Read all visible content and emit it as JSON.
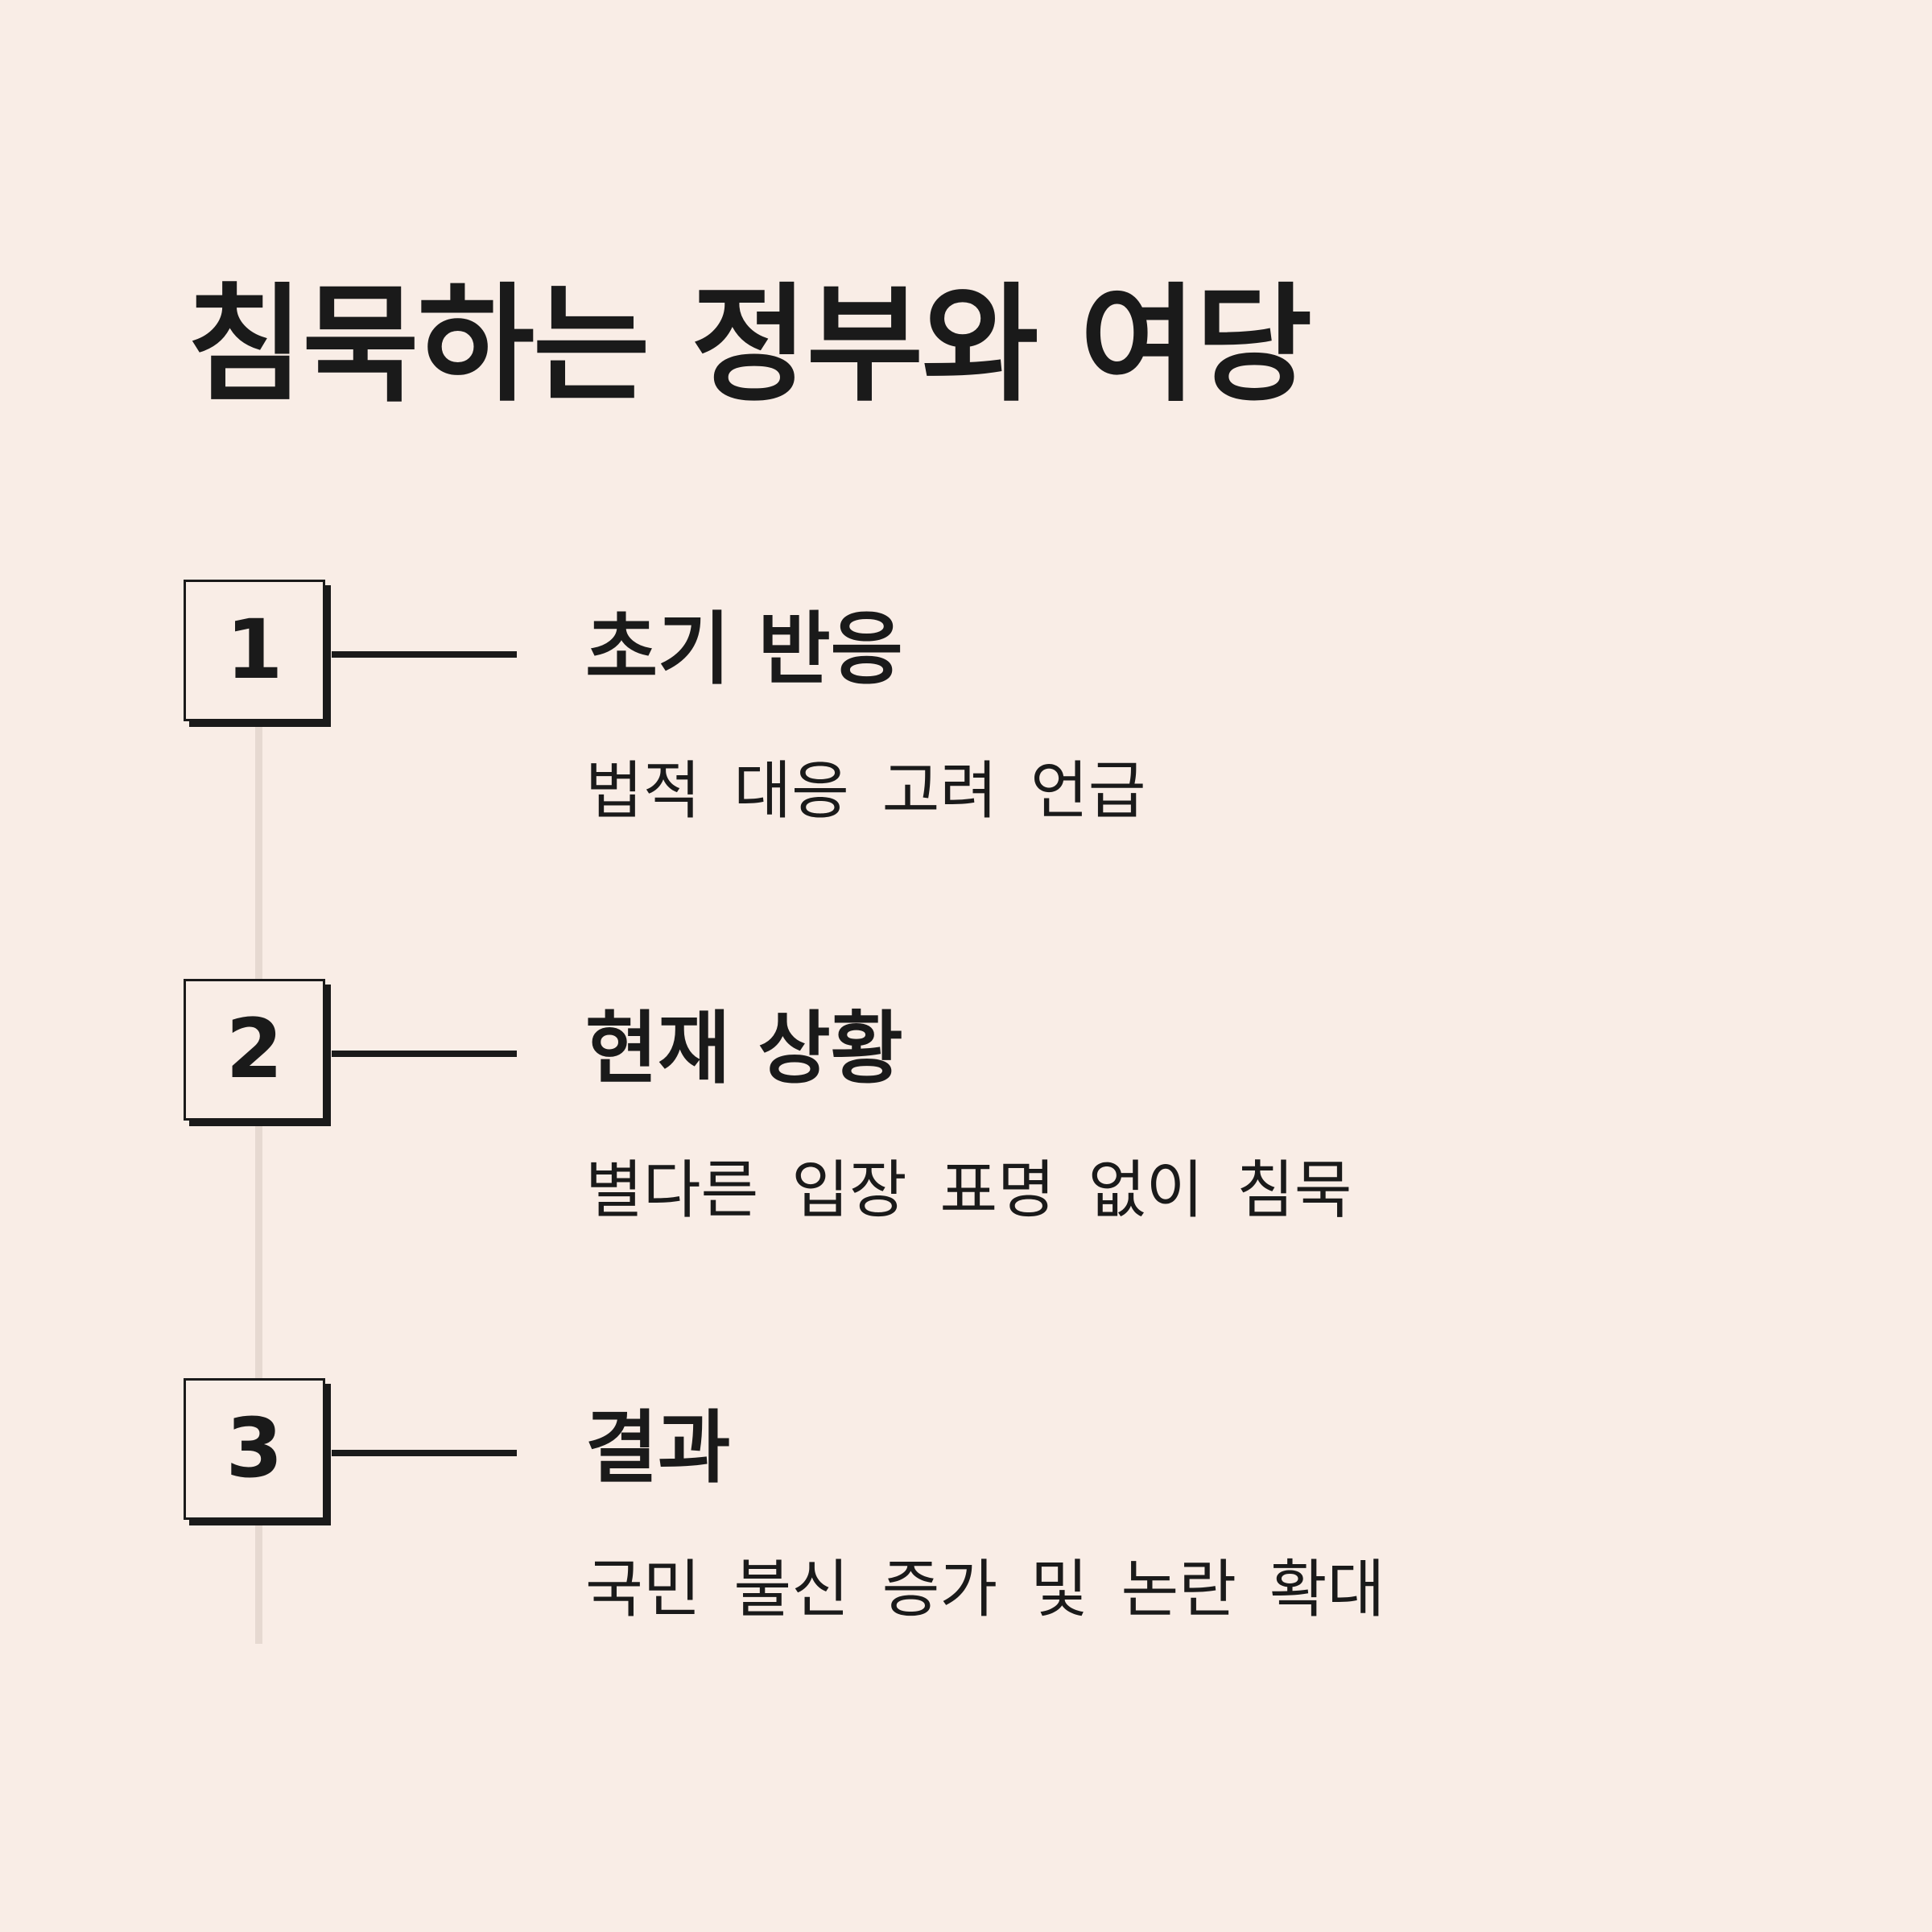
{
  "title": "침묵하는 정부와 여당",
  "steps": [
    {
      "number": "1",
      "title": "초기 반응",
      "description": "법적 대응 고려 언급"
    },
    {
      "number": "2",
      "title": "현재 상황",
      "description": "별다른 입장 표명 없이 침묵"
    },
    {
      "number": "3",
      "title": "결과",
      "description": "국민 불신 증가 및 논란 확대"
    }
  ],
  "colors": {
    "background": "#f9ede6",
    "text": "#1a1a1a",
    "spine": "#e6d9d1"
  }
}
